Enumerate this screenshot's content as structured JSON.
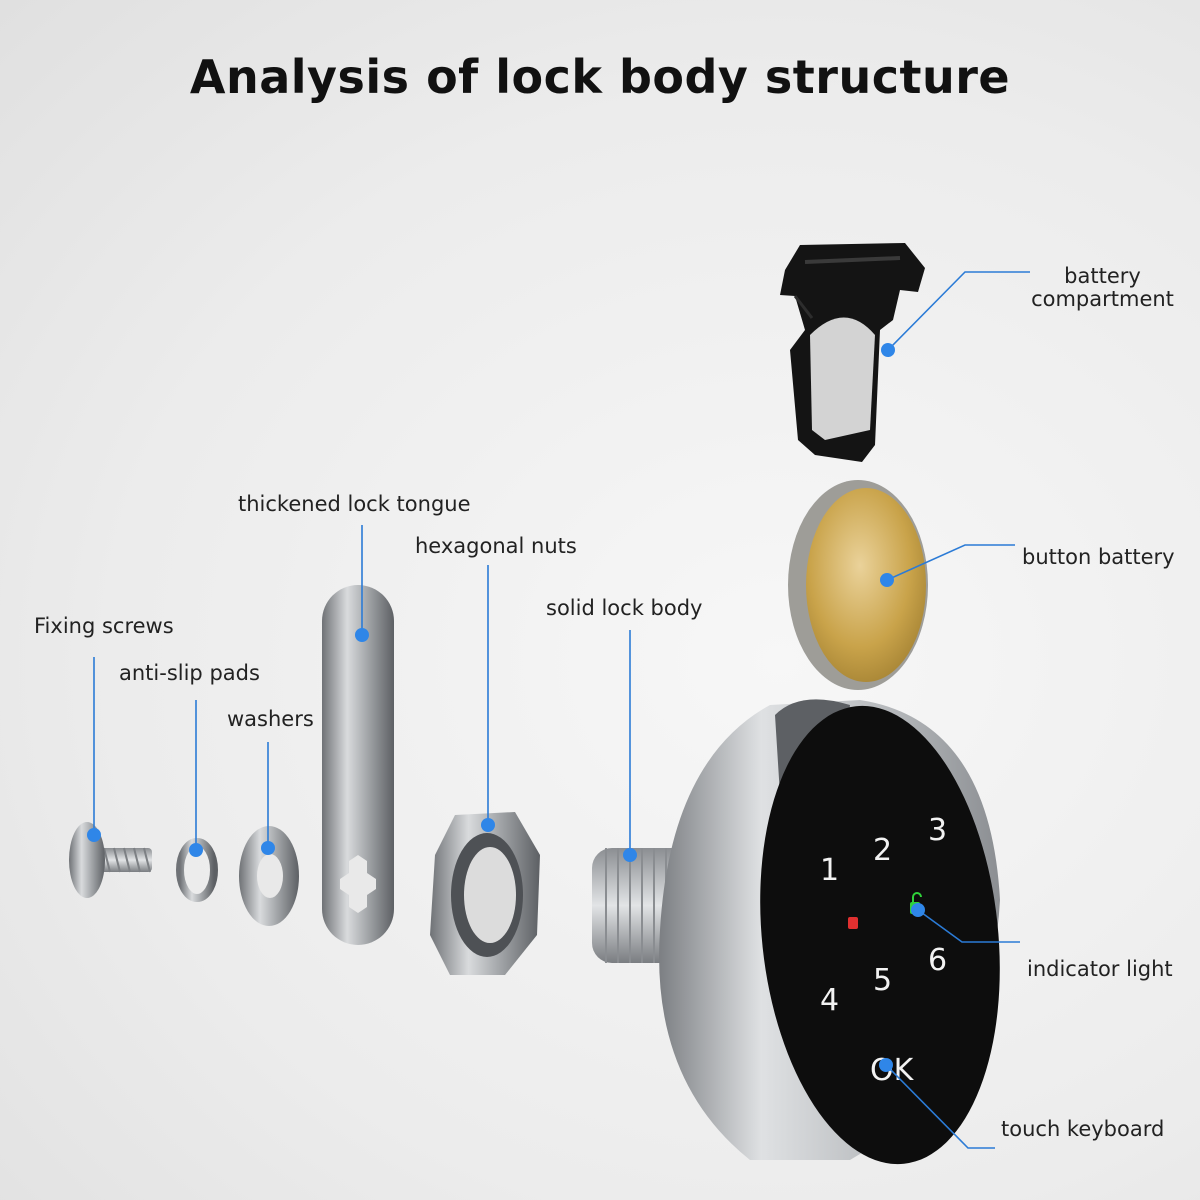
{
  "title": "Analysis of lock body structure",
  "labels": {
    "battery_compartment": [
      "battery",
      "compartment"
    ],
    "button_battery": "button battery",
    "thickened_lock_tongue": "thickened lock tongue",
    "hexagonal_nuts": "hexagonal nuts",
    "solid_lock_body": "solid lock body",
    "fixing_screws": "Fixing screws",
    "anti_slip_pads": "anti-slip pads",
    "washers": "washers",
    "indicator_light": "indicator light",
    "touch_keyboard": "touch keyboard"
  },
  "keypad": {
    "keys": [
      "1",
      "2",
      "3",
      "4",
      "5",
      "6",
      "OK"
    ]
  },
  "colors": {
    "leader": "#2b7bd6",
    "dot": "#2f86e8",
    "keypad": "#0d0d0d",
    "indicator_red": "#e03030",
    "indicator_green": "#2fd23a",
    "battery_gold": "#c9a34a"
  }
}
